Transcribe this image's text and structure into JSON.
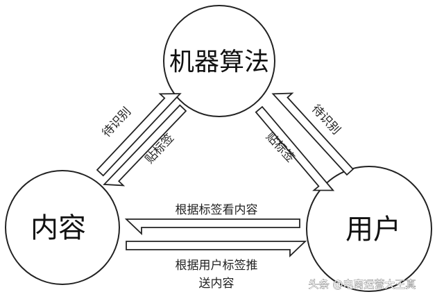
{
  "nodes": {
    "algorithm": "机器算法",
    "content": "内容",
    "user": "用户"
  },
  "edges": {
    "content_to_algorithm": "待识别",
    "algorithm_to_content": "贴标签",
    "user_to_algorithm": "待识别",
    "algorithm_to_user": "贴标签",
    "user_to_content": "根据标签看内容",
    "content_to_user_line1": "根据用户标签推",
    "content_to_user_line2": "送内容"
  },
  "watermark": "头条 @电商运营大王真"
}
